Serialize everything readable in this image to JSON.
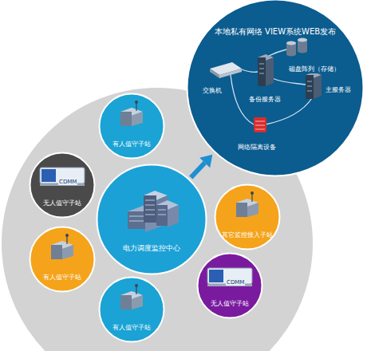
{
  "diagram": {
    "nodes": [
      {
        "text": [
          "本地私有网络 VIEW系统WEB发布"
        ]
      },
      {
        "text": [
          "有人值守子站"
        ]
      },
      {
        "text": [
          "无人值守子站"
        ]
      },
      {
        "text": [
          "电力调度监控中心"
        ]
      },
      {
        "text": [
          "其它监控接入子站"
        ]
      },
      {
        "text": [
          "有人值守子站"
        ]
      },
      {
        "text": [
          "有人值守子站"
        ]
      },
      {
        "text": [
          "无人值守子站"
        ]
      }
    ],
    "edges": [
      {
        "from": 3,
        "to": 0,
        "arrow": "to"
      }
    ],
    "labels": [
      "交换机",
      "备份服务器",
      "磁盘阵列（存储）",
      "主服务器",
      "网络隔离设备",
      "CDMM",
      "CDMM"
    ]
  }
}
